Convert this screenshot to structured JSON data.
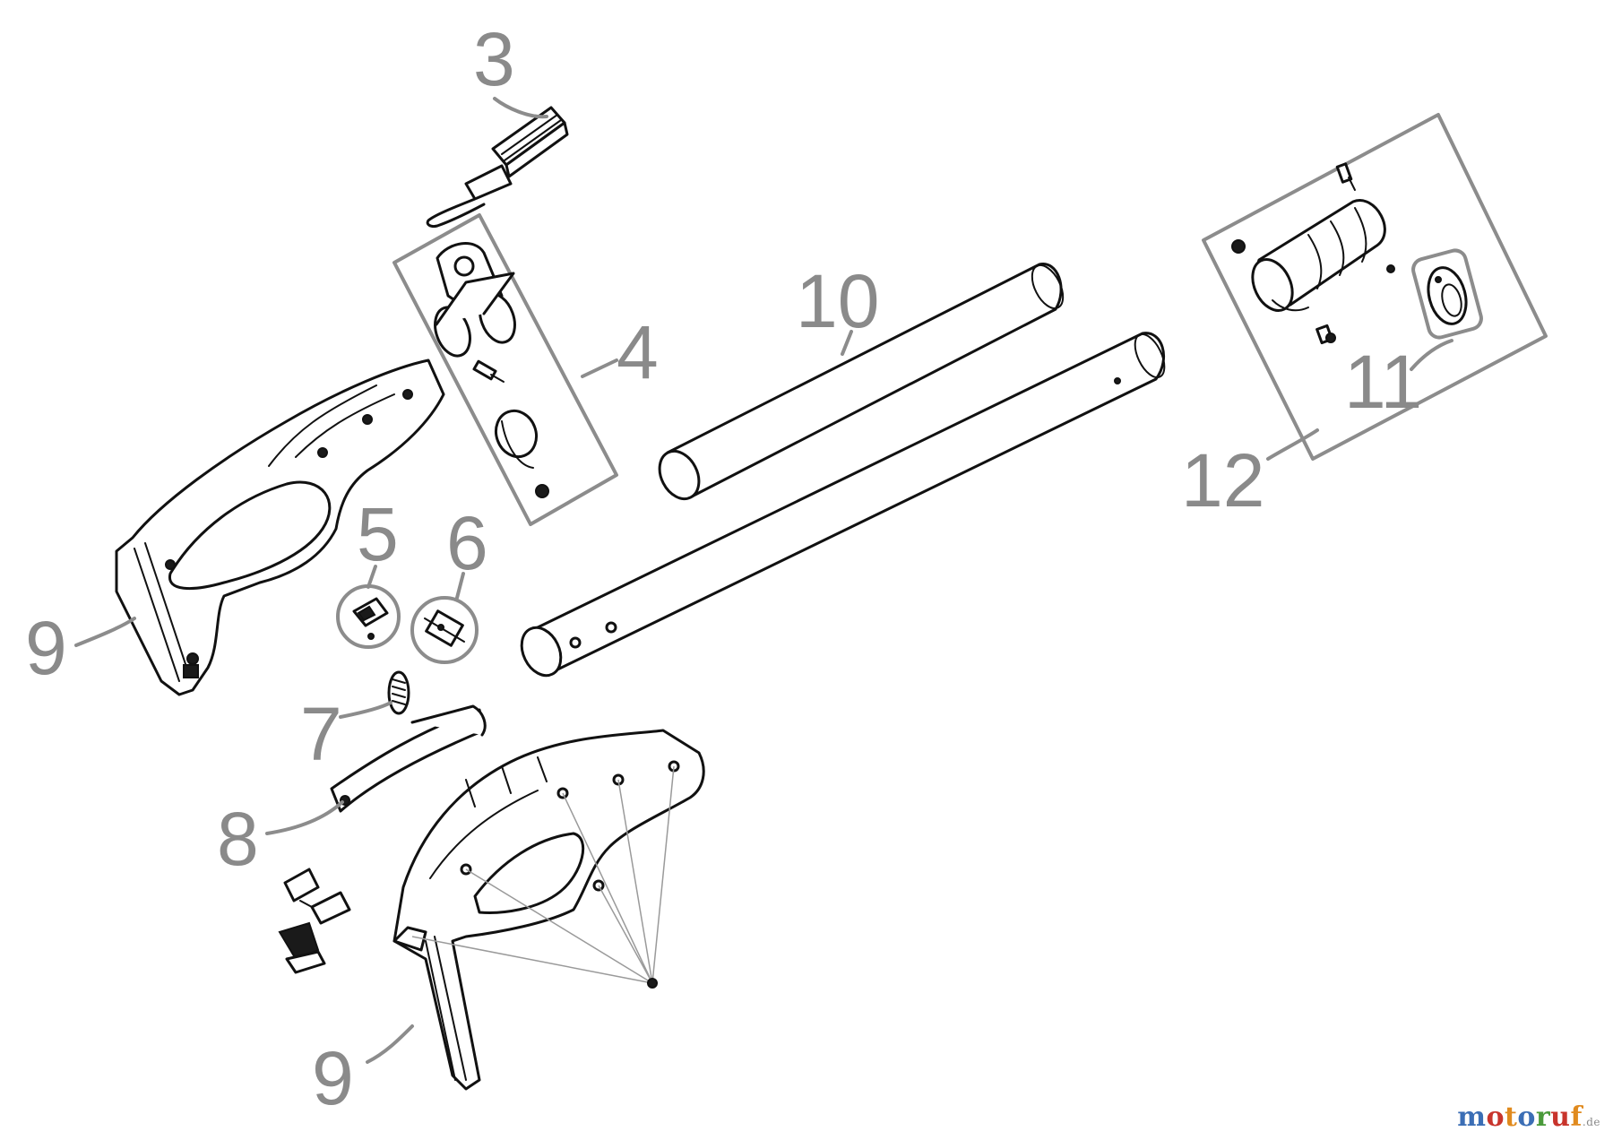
{
  "diagram": {
    "callouts": [
      {
        "id": "3",
        "label": "3"
      },
      {
        "id": "4",
        "label": "4"
      },
      {
        "id": "5",
        "label": "5"
      },
      {
        "id": "6",
        "label": "6"
      },
      {
        "id": "7",
        "label": "7"
      },
      {
        "id": "8",
        "label": "8"
      },
      {
        "id": "9a",
        "label": "9"
      },
      {
        "id": "9b",
        "label": "9"
      },
      {
        "id": "10",
        "label": "10"
      },
      {
        "id": "11",
        "label": "11"
      },
      {
        "id": "12",
        "label": "12"
      }
    ]
  },
  "watermark": {
    "letters": [
      "m",
      "o",
      "t",
      "o",
      "r",
      "u",
      "f"
    ],
    "letter_colors": [
      "#3b6eb5",
      "#c8342c",
      "#e08a1e",
      "#3b6eb5",
      "#4a9a3a",
      "#c8342c",
      "#e08a1e"
    ],
    "suffix": ".de"
  }
}
